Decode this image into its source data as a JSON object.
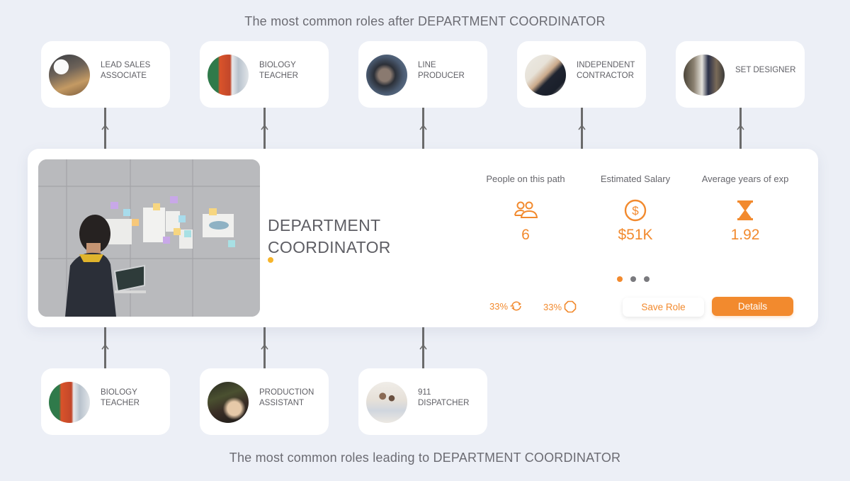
{
  "header": {
    "next_roles_title": "The most common roles after DEPARTMENT COORDINATOR",
    "previous_roles_title": "The most common roles leading to DEPARTMENT COORDINATOR"
  },
  "next_roles": [
    {
      "label": "LEAD SALES ASSOCIATE",
      "line1": "LEAD SALES",
      "line2": "ASSOCIATE"
    },
    {
      "label": "BIOLOGY TEACHER",
      "line1": "BIOLOGY",
      "line2": "TEACHER"
    },
    {
      "label": "LINE PRODUCER",
      "line1": "LINE",
      "line2": "PRODUCER"
    },
    {
      "label": "INDEPENDENT CONTRACTOR",
      "line1": "INDEPENDENT",
      "line2": "CONTRACTOR"
    },
    {
      "label": "SET DESIGNER",
      "line1": "SET DESIGNER",
      "line2": ""
    }
  ],
  "previous_roles": [
    {
      "label": "BIOLOGY TEACHER",
      "line1": "BIOLOGY",
      "line2": "TEACHER"
    },
    {
      "label": "PRODUCTION ASSISTANT",
      "line1": "PRODUCTION",
      "line2": "ASSISTANT"
    },
    {
      "label": "911 DISPATCHER",
      "line1": "911",
      "line2": "DISPATCHER"
    }
  ],
  "current_role": {
    "title_line1": "DEPARTMENT",
    "title_line2": "COORDINATOR",
    "stats": [
      {
        "label": "People on this path",
        "icon": "people-icon",
        "value": "6"
      },
      {
        "label": "Estimated Salary",
        "icon": "dollar-circle-icon",
        "value": "$51K"
      },
      {
        "label": "Average years of exp",
        "icon": "hourglass-icon",
        "value": "1.92"
      }
    ],
    "carousel": {
      "count": 3,
      "active_index": 0
    },
    "indicators": [
      {
        "value": "33%",
        "icon": "refresh-icon"
      },
      {
        "value": "33%",
        "icon": "octagon-icon"
      }
    ],
    "save_label": "Save Role",
    "details_label": "Details"
  },
  "colors": {
    "accent": "#f28a2e",
    "background": "#eceff6",
    "card": "#ffffff",
    "connector": "#6b6b6b",
    "title_dot": "#f7b52b"
  }
}
